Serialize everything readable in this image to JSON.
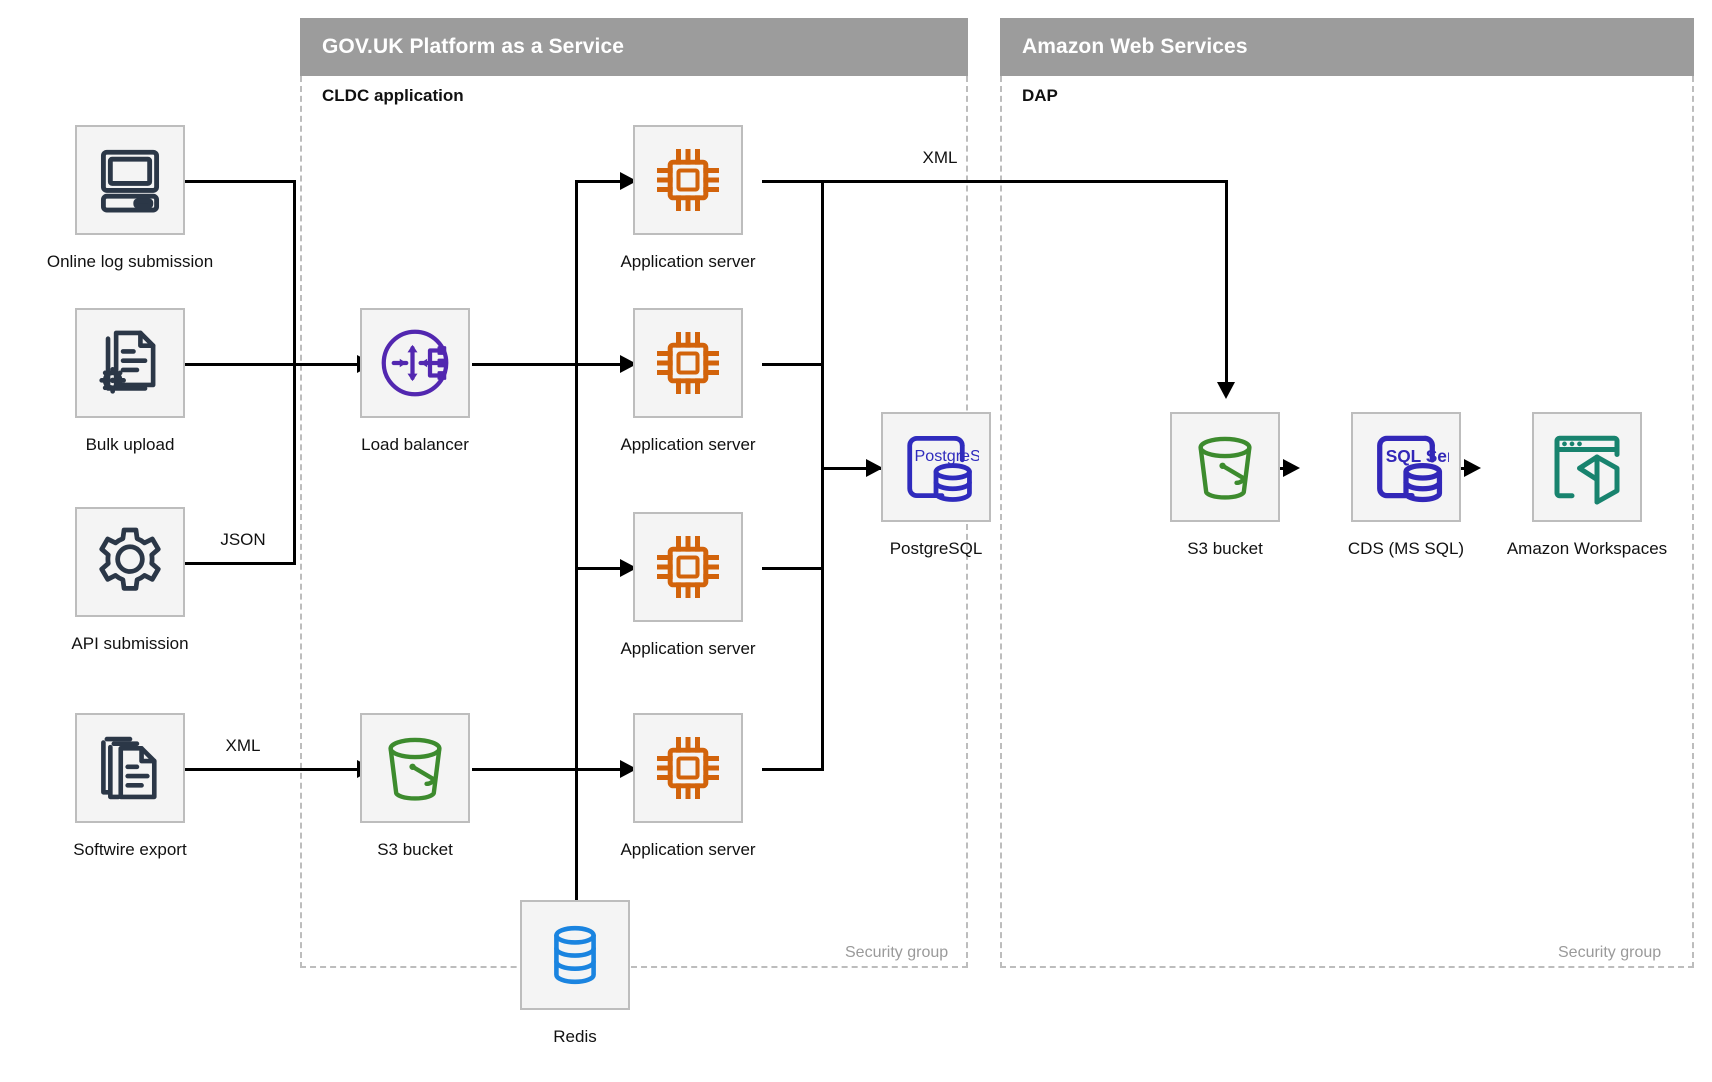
{
  "groups": [
    {
      "id": "paas",
      "title": "GOV.UK Platform as a Service",
      "sublabel": "CLDC application",
      "security_label": "Security group"
    },
    {
      "id": "aws",
      "title": "Amazon Web Services",
      "sublabel": "DAP",
      "security_label": "Security group"
    }
  ],
  "nodes": {
    "online_log_submission": {
      "label": "Online log submission",
      "icon": "desktop-computer-icon",
      "color": "#2b3747"
    },
    "bulk_upload": {
      "label": "Bulk upload",
      "icon": "document-gear-icon",
      "color": "#2b3747"
    },
    "api_submission": {
      "label": "API submission",
      "icon": "gear-icon",
      "color": "#2b3747"
    },
    "softwire_export": {
      "label": "Softwire export",
      "icon": "stacked-documents-icon",
      "color": "#2b3747"
    },
    "load_balancer": {
      "label": "Load balancer",
      "icon": "load-balancer-icon",
      "color": "#5227b0"
    },
    "app_server_1": {
      "label": "Application server",
      "icon": "cpu-chip-icon",
      "color": "#d2630b"
    },
    "app_server_2": {
      "label": "Application server",
      "icon": "cpu-chip-icon",
      "color": "#d2630b"
    },
    "app_server_3": {
      "label": "Application server",
      "icon": "cpu-chip-icon",
      "color": "#d2630b"
    },
    "app_server_4": {
      "label": "Application server",
      "icon": "cpu-chip-icon",
      "color": "#d2630b"
    },
    "postgresql": {
      "label": "PostgreSQL",
      "icon": "postgresql-icon",
      "icon_text": "PostgreSQL",
      "color": "#2f2bbd"
    },
    "paas_s3_bucket": {
      "label": "S3 bucket",
      "icon": "bucket-icon",
      "color": "#3d8b2e"
    },
    "redis": {
      "label": "Redis",
      "icon": "database-cylinder-icon",
      "color": "#1a84e0"
    },
    "aws_s3_bucket": {
      "label": "S3 bucket",
      "icon": "bucket-icon",
      "color": "#3d8b2e"
    },
    "cds_ms_sql": {
      "label": "CDS (MS SQL)",
      "icon": "sql-server-icon",
      "icon_text": "SQL Server",
      "color": "#3227b8"
    },
    "amazon_workspaces": {
      "label": "Amazon Workspaces",
      "icon": "workspaces-icon",
      "color": "#18836e"
    }
  },
  "edge_labels": {
    "api_json": "JSON",
    "softwire_xml": "XML",
    "appserver_to_s3_xml": "XML"
  }
}
